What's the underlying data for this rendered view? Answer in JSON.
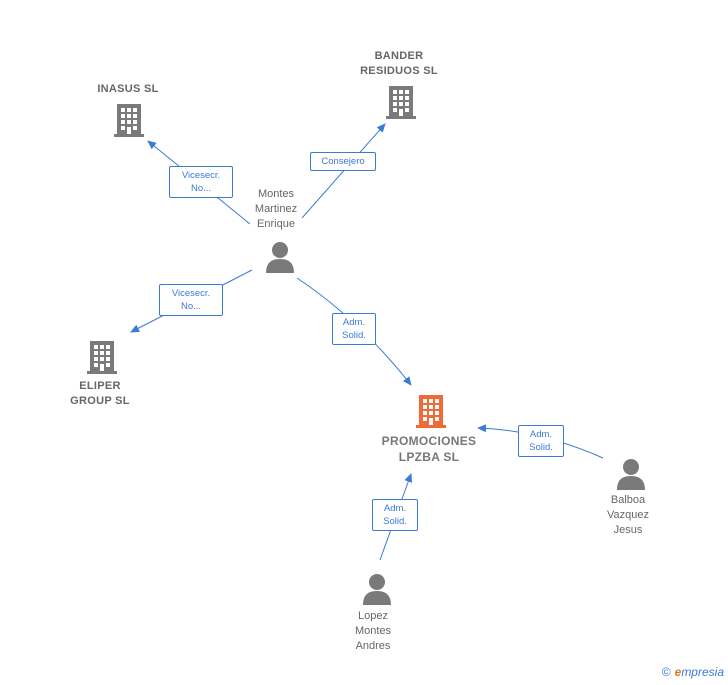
{
  "colors": {
    "edge": "#3a7bd5",
    "node_gray": "#7a7a7a",
    "highlight": "#f06a35"
  },
  "nodes": {
    "inasus": {
      "label": "INASUS SL",
      "icon": "building-icon"
    },
    "bander": {
      "label": "BANDER\nRESIDUOS  SL",
      "icon": "building-icon"
    },
    "montes": {
      "label": "Montes\nMartinez\nEnrique",
      "icon": "person-icon"
    },
    "eliper": {
      "label": "ELIPER\nGROUP  SL",
      "icon": "building-icon"
    },
    "promociones": {
      "label": "PROMOCIONES\nLPZBA  SL",
      "icon": "building-icon"
    },
    "balboa": {
      "label": "Balboa\nVazquez\nJesus",
      "icon": "person-icon"
    },
    "lopez": {
      "label": "Lopez\nMontes\nAndres",
      "icon": "person-icon"
    }
  },
  "edges": [
    {
      "from": "montes",
      "to": "inasus",
      "label": "Vicesecr.\nNo..."
    },
    {
      "from": "montes",
      "to": "bander",
      "label": "Consejero"
    },
    {
      "from": "montes",
      "to": "eliper",
      "label": "Vicesecr.\nNo..."
    },
    {
      "from": "montes",
      "to": "promociones",
      "label": "Adm.\nSolid."
    },
    {
      "from": "balboa",
      "to": "promociones",
      "label": "Adm.\nSolid."
    },
    {
      "from": "lopez",
      "to": "promociones",
      "label": "Adm.\nSolid."
    }
  ],
  "footer": {
    "copyright": "©",
    "brand_e": "e",
    "brand_rest": "mpresia"
  }
}
